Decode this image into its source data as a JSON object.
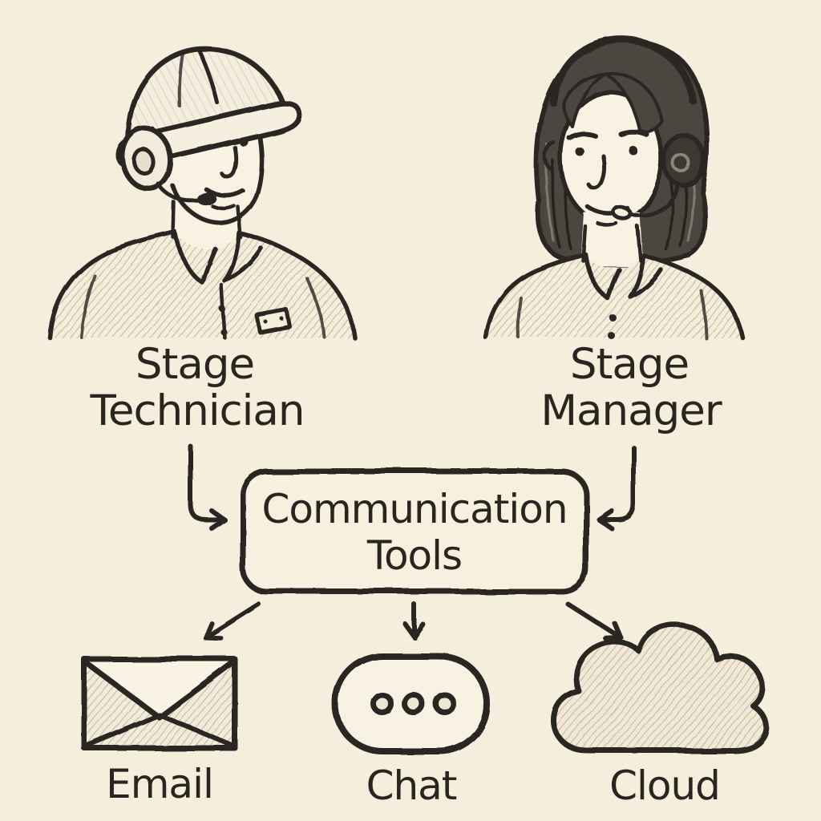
{
  "diagram": {
    "style": "hand-drawn pencil sketch flowchart on cream paper",
    "background_color": "#f8f0de",
    "ink_color": "#2a2622",
    "people": [
      {
        "id": "stage-technician",
        "label_line1": "Stage",
        "label_line2": "Technician",
        "appearance": "man wearing hard hat and ear-defender headset with boom microphone, collared work shirt with chest pocket"
      },
      {
        "id": "stage-manager",
        "label_line1": "Stage",
        "label_line2": "Manager",
        "appearance": "woman with shoulder-length hair wearing headset with boom microphone, collared shirt"
      }
    ],
    "hub": {
      "id": "communication-tools",
      "label_line1": "Communication",
      "label_line2": "Tools"
    },
    "tools": [
      {
        "id": "email",
        "label": "Email",
        "icon": "envelope-icon"
      },
      {
        "id": "chat",
        "label": "Chat",
        "icon": "chat-bubble-icon"
      },
      {
        "id": "cloud",
        "label": "Cloud",
        "icon": "cloud-icon"
      }
    ],
    "edges": [
      {
        "from": "stage-technician",
        "to": "communication-tools",
        "shape": "elbow-down-right"
      },
      {
        "from": "stage-manager",
        "to": "communication-tools",
        "shape": "elbow-down-left"
      },
      {
        "from": "communication-tools",
        "to": "email",
        "shape": "diagonal-down-left"
      },
      {
        "from": "communication-tools",
        "to": "chat",
        "shape": "straight-down"
      },
      {
        "from": "communication-tools",
        "to": "cloud",
        "shape": "diagonal-down-right"
      }
    ]
  }
}
